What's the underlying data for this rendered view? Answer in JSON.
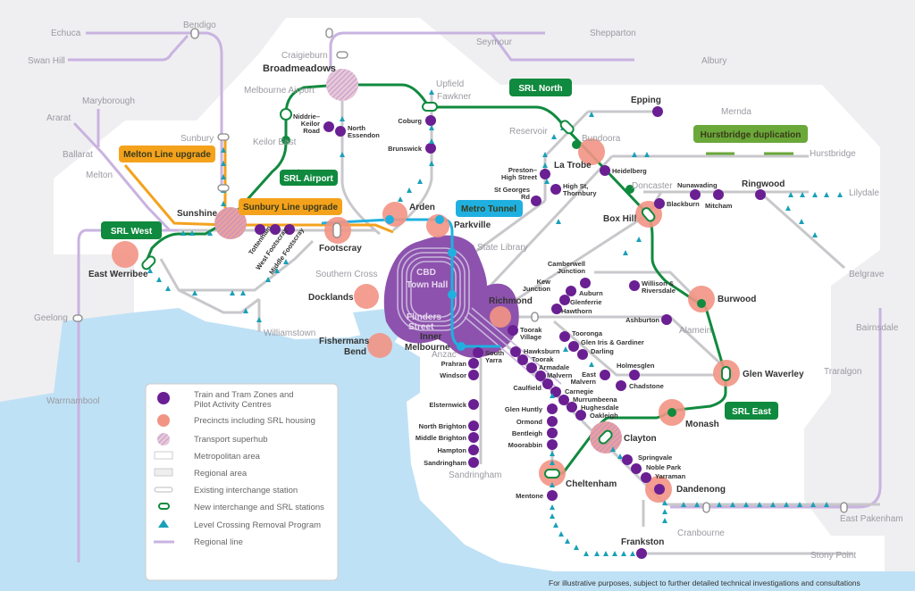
{
  "colors": {
    "regional_bg": "#efeff1",
    "metro_bg": "#ffffff",
    "water": "#bfe1f5",
    "metro_line": "#c8c8cc",
    "regional_line": "#c9b3e0",
    "srl": "#108a3e",
    "melton_sunbury": "#f4a21c",
    "metro_tunnel": "#1fb0e0",
    "hurstbridge": "#6aa83a",
    "activity_centre": "#6a1f93",
    "precinct": "#f29484",
    "superhub": "#b99dd0",
    "lcrp": "#1aa0b8",
    "cbd": "#8d52ad"
  },
  "regional_labels": [
    {
      "id": "echuca",
      "text": "Echuca"
    },
    {
      "id": "bendigo",
      "text": "Bendigo"
    },
    {
      "id": "swan-hill",
      "text": "Swan Hill"
    },
    {
      "id": "maryborough",
      "text": "Maryborough"
    },
    {
      "id": "ararat",
      "text": "Ararat"
    },
    {
      "id": "ballarat",
      "text": "Ballarat"
    },
    {
      "id": "melton",
      "text": "Melton"
    },
    {
      "id": "sunbury",
      "text": "Sunbury"
    },
    {
      "id": "seymour",
      "text": "Seymour"
    },
    {
      "id": "shepparton",
      "text": "Shepparton"
    },
    {
      "id": "albury",
      "text": "Albury"
    },
    {
      "id": "craigieburn",
      "text": "Craigieburn"
    },
    {
      "id": "melbourne-airport",
      "text": "Melbourne Airport"
    },
    {
      "id": "keilor-east",
      "text": "Keilor East"
    },
    {
      "id": "upfield",
      "text": "Upfield"
    },
    {
      "id": "fawkner",
      "text": "Fawkner"
    },
    {
      "id": "reservoir",
      "text": "Reservoir"
    },
    {
      "id": "bundoora",
      "text": "Bundoora"
    },
    {
      "id": "doncaster",
      "text": "Doncaster"
    },
    {
      "id": "mernda",
      "text": "Mernda"
    },
    {
      "id": "hurstbridge",
      "text": "Hurstbridge"
    },
    {
      "id": "lilydale",
      "text": "Lilydale"
    },
    {
      "id": "belgrave",
      "text": "Belgrave"
    },
    {
      "id": "bairnsdale",
      "text": "Bairnsdale"
    },
    {
      "id": "traralgon",
      "text": "Traralgon"
    },
    {
      "id": "east-pakenham",
      "text": "East Pakenham"
    },
    {
      "id": "cranbourne",
      "text": "Cranbourne"
    },
    {
      "id": "stony-point",
      "text": "Stony Point"
    },
    {
      "id": "geelong",
      "text": "Geelong"
    },
    {
      "id": "warrnambool",
      "text": "Warrnambool"
    },
    {
      "id": "williamstown",
      "text": "Williamstown"
    },
    {
      "id": "southern-cross",
      "text": "Southern Cross"
    },
    {
      "id": "state-library",
      "text": "State Library"
    },
    {
      "id": "alamein",
      "text": "Alamein"
    },
    {
      "id": "anzac",
      "text": "Anzac"
    },
    {
      "id": "sandringham-end",
      "text": "Sandringham"
    }
  ],
  "major_labels": {
    "broadmeadows": "Broadmeadows",
    "sunshine": "Sunshine",
    "footscray": "Footscray",
    "east_werribee": "East Werribee",
    "arden": "Arden",
    "parkville": "Parkville",
    "docklands": "Docklands",
    "fishermans_bend_1": "Fishermans",
    "fishermans_bend_2": "Bend",
    "inner_melbourne_1": "Inner",
    "inner_melbourne_2": "Melbourne",
    "richmond": "Richmond",
    "epping": "Epping",
    "la_trobe": "La Trobe",
    "box_hill": "Box Hill",
    "ringwood": "Ringwood",
    "burwood": "Burwood",
    "glen_waverley": "Glen Waverley",
    "monash": "Monash",
    "clayton": "Clayton",
    "cheltenham": "Cheltenham",
    "dandenong": "Dandenong",
    "frankston": "Frankston",
    "cbd": "CBD",
    "town_hall": "Town Hall",
    "flinders_1": "Flinders",
    "flinders_2": "Street"
  },
  "small_labels": {
    "niddrie_1": "Niddrie–",
    "niddrie_2": "Keilor",
    "niddrie_3": "Road",
    "north_essendon_1": "North",
    "north_essendon_2": "Essendon",
    "coburg": "Coburg",
    "brunswick": "Brunswick",
    "preston_1": "Preston–",
    "preston_2": "High Street",
    "st_georges_1": "St Georges",
    "st_georges_2": "Rd",
    "high_st_1": "High St,",
    "high_st_2": "Thornbury",
    "heidelberg": "Heidelberg",
    "nunawading": "Nunawading",
    "blackburn": "Blackburn",
    "mitcham": "Mitcham",
    "tottenham": "Tottenham",
    "west_footscray": "West Footscray",
    "middle_footscray": "Middle Footscray",
    "camberwell_1": "Camberwell",
    "camberwell_2": "Junction",
    "kew_1": "Kew",
    "kew_2": "Junction",
    "auburn": "Auburn",
    "glenferrie": "Glenferrie",
    "hawthorn": "Hawthorn",
    "willison_1": "Willison &",
    "willison_2": "Riversdale",
    "ashburton": "Ashburton",
    "toorak_village_1": "Toorak",
    "toorak_village_2": "Village",
    "tooronga": "Tooronga",
    "glen_iris": "Glen Iris & Gardiner",
    "darling": "Darling",
    "holmesglen": "Holmesglen",
    "east_malvern_1": "East",
    "east_malvern_2": "Malvern",
    "chadstone": "Chadstone",
    "south_yarra_1": "South",
    "south_yarra_2": "Yarra",
    "prahran": "Prahran",
    "windsor": "Windsor",
    "elsternwick": "Elsternwick",
    "north_brighton": "North Brighton",
    "middle_brighton": "Middle Brighton",
    "hampton": "Hampton",
    "sandringham": "Sandringham",
    "hawksburn": "Hawksburn",
    "toorak": "Toorak",
    "armadale": "Armadale",
    "malvern": "Malvern",
    "caulfield": "Caulfield",
    "carnegie": "Carnegie",
    "murrumbeena": "Murrumbeena",
    "hughesdale": "Hughesdale",
    "oakleigh": "Oakleigh",
    "glen_huntly": "Glen Huntly",
    "ormond": "Ormond",
    "bentleigh": "Bentleigh",
    "moorabbin": "Moorabbin",
    "springvale": "Springvale",
    "noble_park": "Noble Park",
    "yarraman": "Yarraman",
    "mentone": "Mentone"
  },
  "project_tags": {
    "srl_north": "SRL North",
    "srl_airport": "SRL Airport",
    "srl_west": "SRL West",
    "srl_east": "SRL East",
    "melton_upgrade": "Melton Line upgrade",
    "sunbury_upgrade": "Sunbury Line upgrade",
    "metro_tunnel": "Metro Tunnel",
    "hurstbridge_duplication": "Hurstbridge duplication"
  },
  "legend": {
    "items": [
      {
        "icon": "activity-centre-icon",
        "label": "Train and Tram Zones and",
        "label2": "Pilot Activity Centres"
      },
      {
        "icon": "precinct-icon",
        "label": "Precincts including SRL housing"
      },
      {
        "icon": "superhub-icon",
        "label": "Transport superhub"
      },
      {
        "icon": "metro-area-icon",
        "label": "Metropolitan area"
      },
      {
        "icon": "regional-area-icon",
        "label": "Regional area"
      },
      {
        "icon": "existing-interchange-icon",
        "label": "Existing interchange station"
      },
      {
        "icon": "new-interchange-icon",
        "label": "New interchange and SRL stations"
      },
      {
        "icon": "level-crossing-icon",
        "label": "Level Crossing Removal Program"
      },
      {
        "icon": "regional-line-icon",
        "label": "Regional line"
      }
    ]
  },
  "footnote": "For illustrative purposes, subject to further detailed technical investigations and consultations"
}
